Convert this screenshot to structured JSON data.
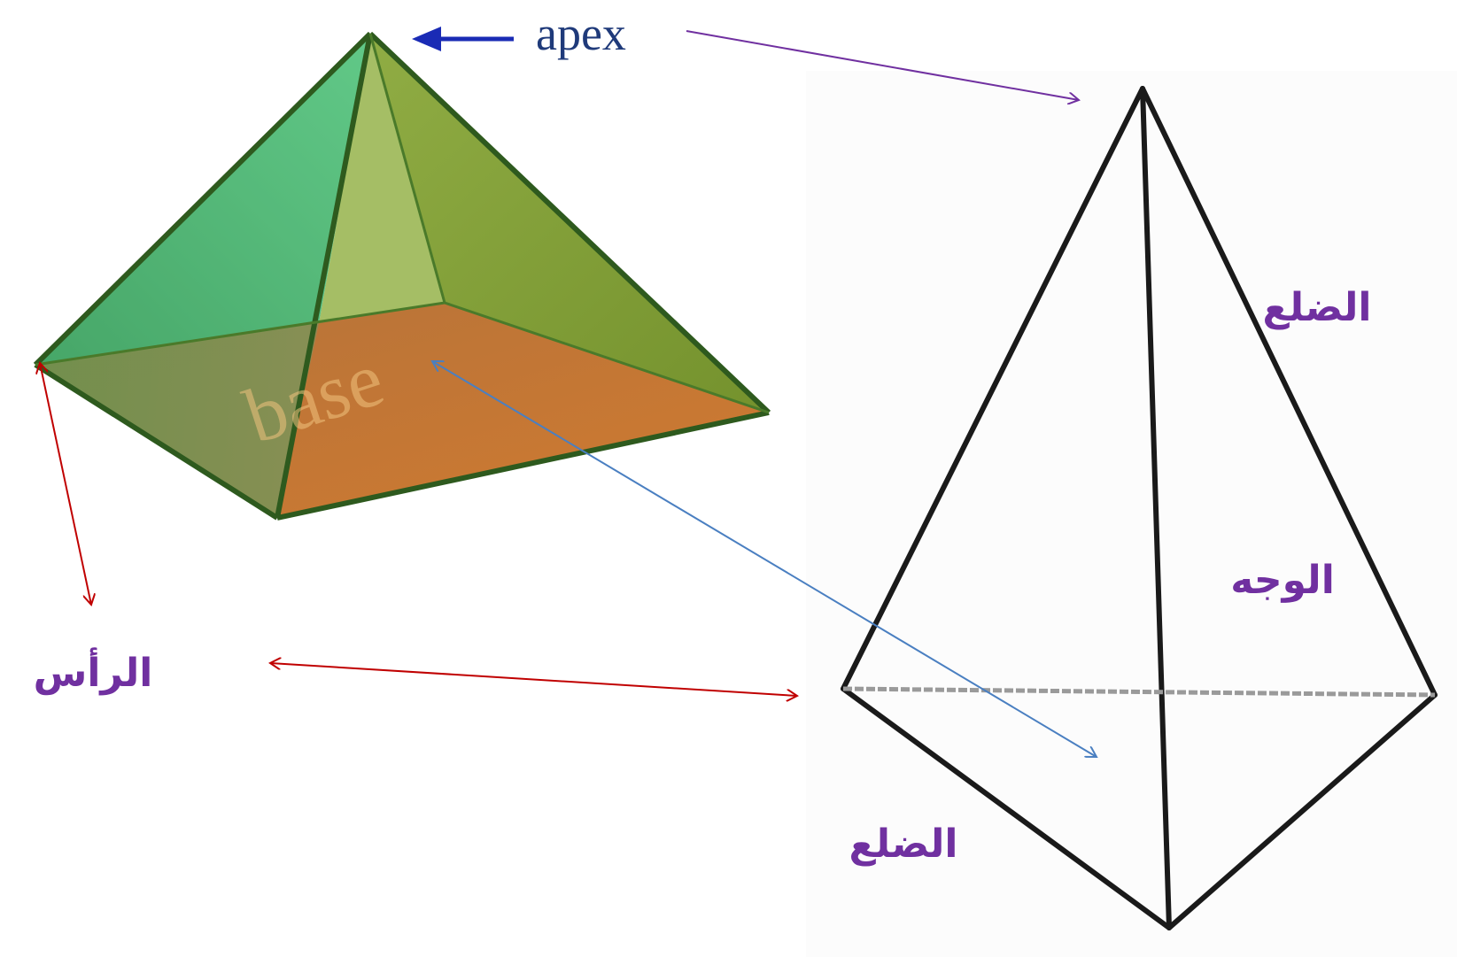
{
  "labels": {
    "apex": "apex",
    "base": "base",
    "vertex_ar": "الرأس",
    "edge_right_ar": "الضلع",
    "face_ar": "الوجه",
    "edge_bottom_ar": "الضلع"
  },
  "colors": {
    "label_purple": "#7030a0",
    "apex_arrow": "#1a2bb5",
    "connector_purple": "#7030a0",
    "connector_red": "#c00000",
    "connector_blue": "#4a7fc1",
    "pyramid_left_face": "#3fbf7a",
    "pyramid_right_face": "#7a9a2a",
    "pyramid_base": "#c9702a",
    "pyramid_edge": "#2e5a1e"
  }
}
